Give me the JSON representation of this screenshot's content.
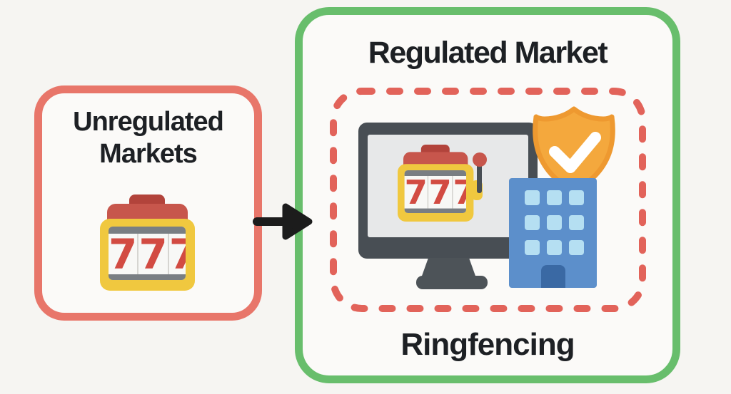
{
  "colors": {
    "page-bg": "#F6F5F2",
    "panel-bg": "#FBFAF8",
    "coral": "#E8766A",
    "coral-dash": "#E2635A",
    "green": "#68BE6C",
    "ink": "#1D2024",
    "arrow": "#1C1C1C",
    "slot-yellow": "#F0C83F",
    "slot-cap": "#C7564C",
    "slot-knob": "#B2433B",
    "slot-gray": "#797E83",
    "reel-white": "#F8F8F6",
    "reel-sep": "#D6D5D1",
    "seven-red": "#D24B42",
    "monitor-dark": "#484E54",
    "monitor-stand": "#4D5358",
    "monitor-screen": "#E7E8E9",
    "shield-fill": "#F4A83D",
    "shield-stroke": "#EE9930",
    "check": "#FFFFFF",
    "building": "#5C8FCB",
    "window": "#B5DFF2",
    "door": "#3A69A4"
  },
  "unregulated_box": {
    "title_line1": "Unregulated",
    "title_line2": "Markets"
  },
  "regulated_box": {
    "title": "Regulated Market",
    "caption": "Ringfencing"
  },
  "slot_machine": {
    "reels": [
      "7",
      "7",
      "7"
    ]
  },
  "icons": {
    "unregulated_market": "slot-machine-icon",
    "flow": "arrow-right-icon",
    "online_gambling": "monitor-with-slot-machine-icon",
    "protection": "shield-check-icon",
    "operator": "building-icon",
    "boundary": "ringfence-dashed-border"
  }
}
